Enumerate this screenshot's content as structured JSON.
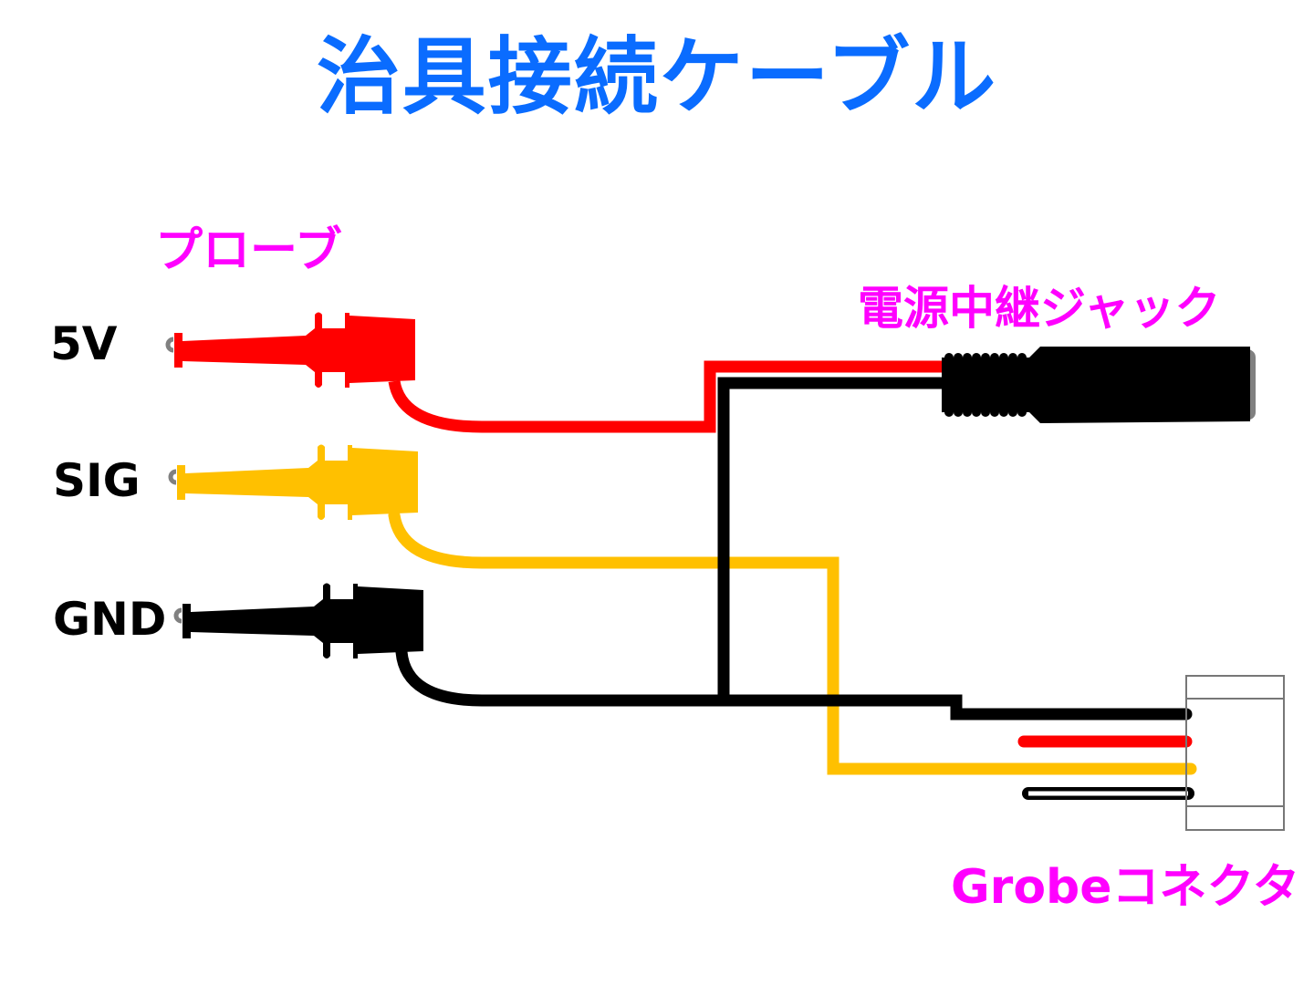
{
  "title": "治具接続ケーブル",
  "labels": {
    "probe": "プローブ",
    "jack": "電源中継ジャック",
    "connector": "Grobeコネクタ"
  },
  "pins": [
    "5V",
    "SIG",
    "GND"
  ],
  "colors": {
    "title": "#0a6cff",
    "label": "#ff00ff",
    "red": "#ff0000",
    "yellow": "#ffc000",
    "black": "#000000",
    "hook": "#808080"
  }
}
